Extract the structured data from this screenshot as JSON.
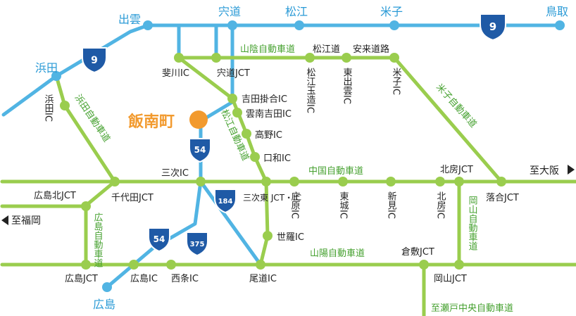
{
  "colors": {
    "expressway": "#9acd4e",
    "rail": "#51b4e3",
    "highlight": "#f29a2e",
    "green_text": "#46a130",
    "blue_text": "#2a9ad6",
    "text": "#222222",
    "shield": "#1f5aa6"
  },
  "cities": {
    "tottori": "鳥取",
    "yonago": "米子",
    "matsue": "松江",
    "shinji": "宍道",
    "izumo": "出雲",
    "hamada": "浜田",
    "hiroshima": "広島"
  },
  "highlight_town": "飯南町",
  "routes": {
    "route9_top": "9",
    "route9_left": "9",
    "route54_top": "54",
    "route54_bottom": "54",
    "route184": "184",
    "route375": "375"
  },
  "expressways": {
    "sanin": "山陰自動車道",
    "matsue_road": "松江道",
    "yasugi_road": "安来道路",
    "hamada": "浜田自動車道",
    "matsue_exp": "松江自動車道",
    "chugoku": "中国自動車道",
    "yonago": "米子自動車道",
    "okayama": "岡山自動車道",
    "hiroshima": "広島自動車道",
    "sanyo": "山陽自動車道",
    "to_setochuo": "至瀬戸中央自動車道"
  },
  "directions": {
    "to_osaka": "至大阪",
    "to_fukuoka": "至福岡"
  },
  "interchanges": {
    "hikawa": "斐川IC",
    "shinji_jct": "宍道JCT",
    "matsue_tamatsukuri": "松江玉造IC",
    "higashi_izumo": "東出雲IC",
    "yonago_ic": "米子IC",
    "hamada_ic": "浜田IC",
    "yoshida_kakeya": "吉田掛合IC",
    "unnan_yoshida": "雲南吉田IC",
    "takano": "高野IC",
    "kuchiwa": "口和IC",
    "miyoshi": "三次IC",
    "chiyoda_jct": "千代田JCT",
    "hiroshima_kita_jct": "広島北JCT",
    "miyoshi_higashi": "三次東 JCT・IC",
    "shobara": "庄原IC",
    "higashijo": "東城IC",
    "niimi": "新見IC",
    "hokubo": "北房IC",
    "hokubo_jct": "北房JCT",
    "ochiai_jct": "落合JCT",
    "sera": "世羅IC",
    "hiroshima_jct": "広島JCT",
    "hiroshima_ic": "広島IC",
    "saijo": "西条IC",
    "onomichi": "尾道IC",
    "kurashiki_jct": "倉敷JCT",
    "okayama_jct": "岡山JCT"
  }
}
